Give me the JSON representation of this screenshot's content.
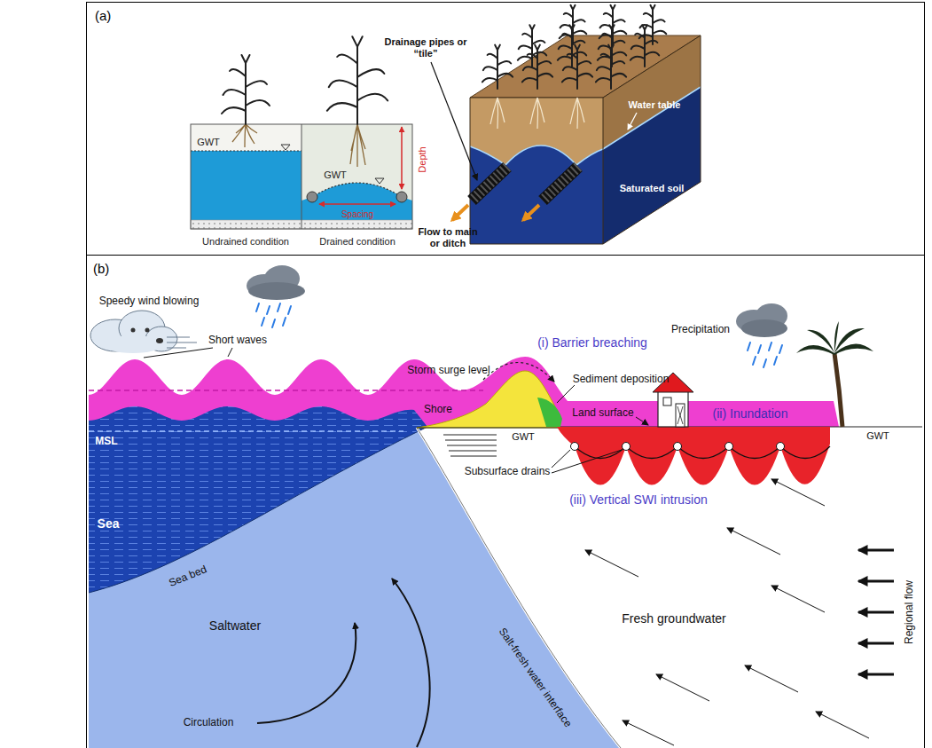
{
  "diagram": {
    "nodes": [
      {
        "text": [
          "(a)"
        ]
      },
      {
        "text": [
          "(b)"
        ]
      }
    ],
    "labels": [
      "GWT",
      "GWT",
      "Depth",
      "Spacing",
      "Undrained condition",
      "Drained condition",
      "Drainage pipes or “tile”",
      "Flow to main or ditch",
      "Water table",
      "Saturated soil",
      "Speedy wind blowing",
      "Short waves",
      "Storm surge level",
      "MSL",
      "(i) Barrier breaching",
      "Sediment deposition",
      "Precipitation",
      "Land surface",
      "(ii) Inundation",
      "Shore",
      "GWT",
      "GWT",
      "Subsurface drains",
      "(iii) Vertical SWI intrusion",
      "Sea",
      "Sea bed",
      "Saltwater",
      "Circulation",
      "Salt-fresh water interface",
      "Fresh groundwater",
      "Regional flow"
    ]
  }
}
